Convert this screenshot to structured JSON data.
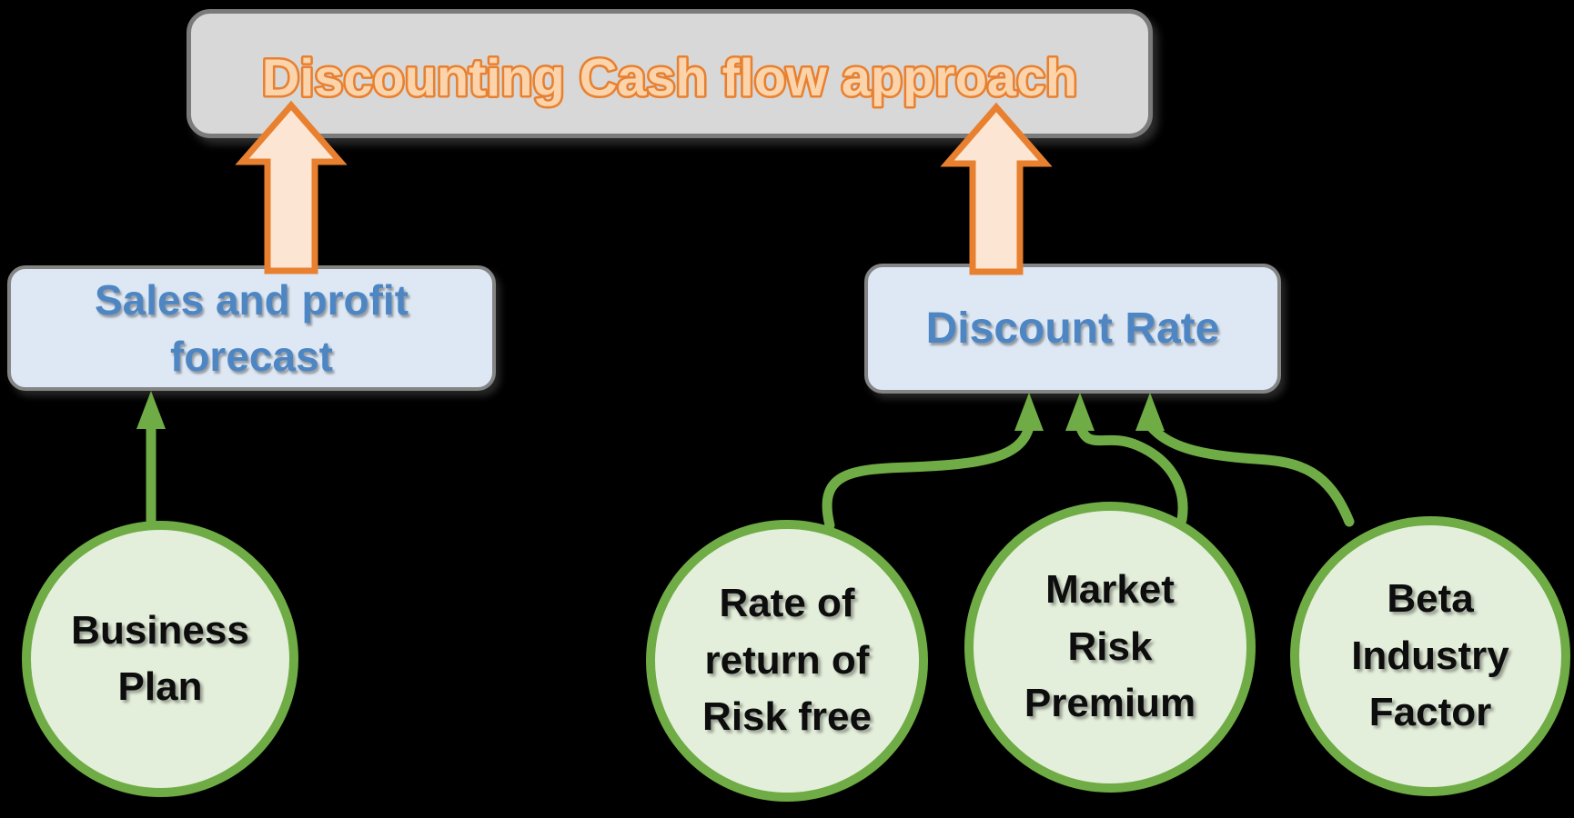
{
  "background": "#000000",
  "palette": {
    "green_border": "#6FAC46",
    "green_circle_fill": "#E4EFDB",
    "blue_box_fill": "#DDE8F4",
    "blue_text": "#4E86C4",
    "gray_box_fill": "#D8D8D8",
    "gray_border": "#7B7B7B",
    "orange_outline": "#E8802F",
    "orange_arrow_fill": "#FCE5D2",
    "title_letter_fill": "#FBD4AC",
    "circle_text": "#0d0d0d"
  },
  "title_box": {
    "label": "Discounting Cash flow approach"
  },
  "boxes": {
    "sales": {
      "line1": "Sales and profit",
      "line2": "forecast"
    },
    "discount": {
      "label": "Discount Rate"
    }
  },
  "circles": {
    "business": {
      "line1": "Business",
      "line2": "Plan"
    },
    "rate": {
      "line1": "Rate of",
      "line2": "return of",
      "line3": "Risk free"
    },
    "market": {
      "line1": "Market",
      "line2": "Risk",
      "line3": "Premium"
    },
    "beta": {
      "line1": "Beta",
      "line2": "Industry",
      "line3": "Factor"
    }
  }
}
